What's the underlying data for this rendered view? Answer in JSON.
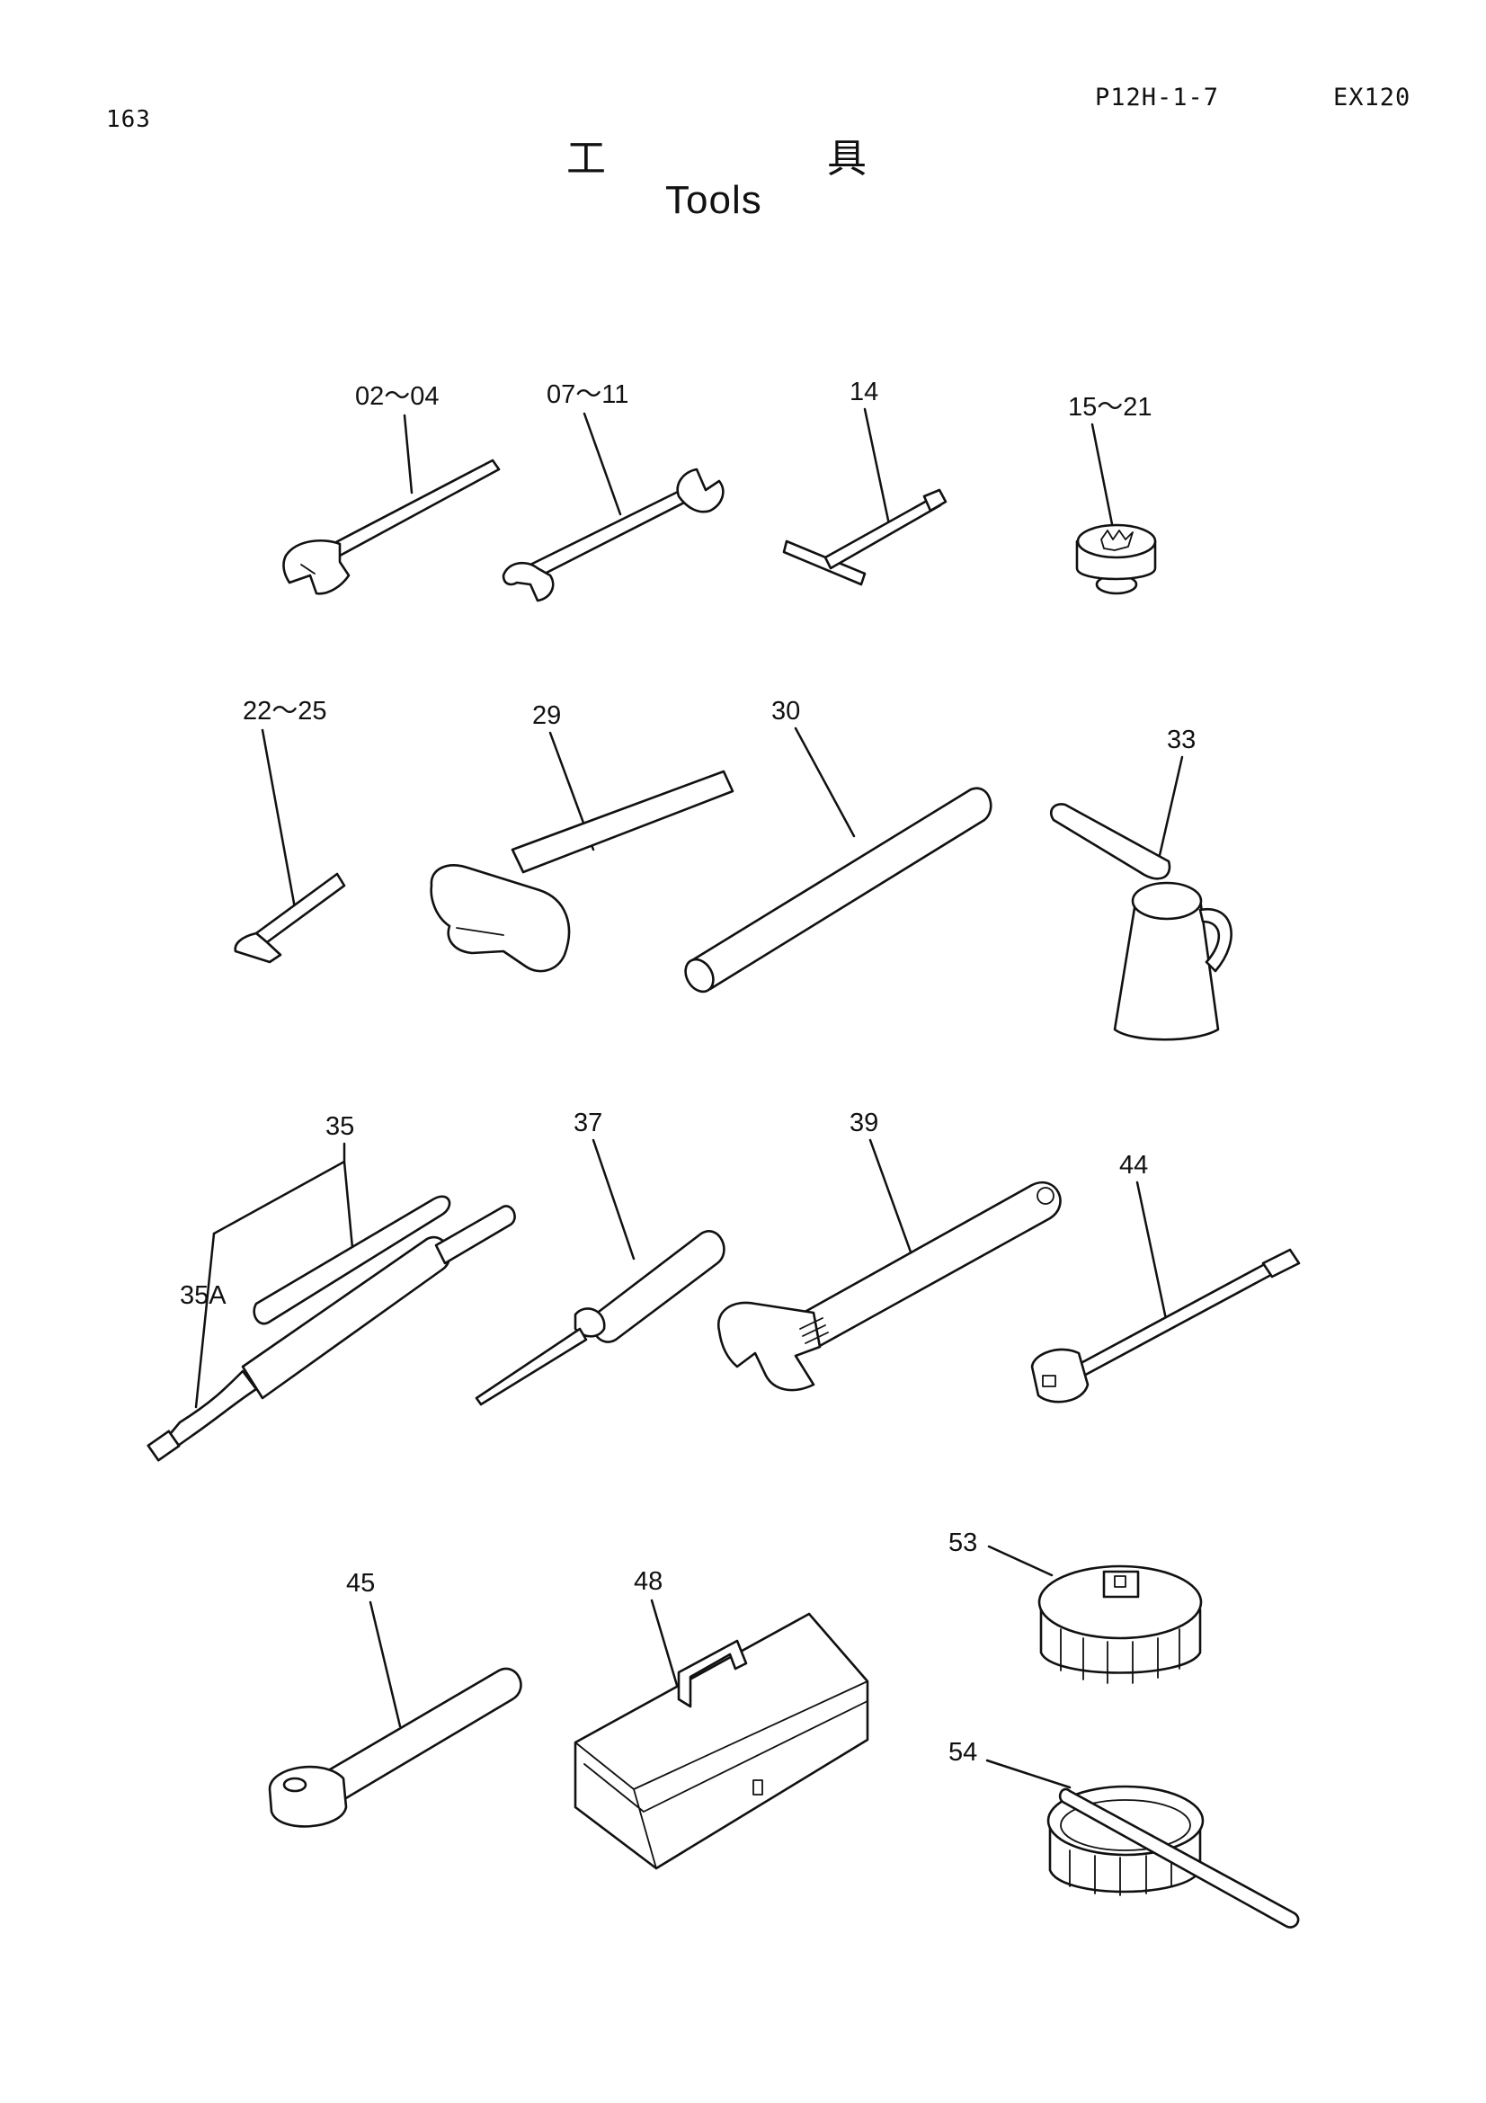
{
  "header": {
    "page_number": "163",
    "part_code": "P12H-1-7",
    "model": "EX120"
  },
  "title": {
    "jp_char_1": "工",
    "jp_char_2": "具",
    "en": "Tools"
  },
  "callouts": {
    "c_02_04": "02～04",
    "c_07_11": "07～11",
    "c_14": "14",
    "c_15_21": "15～21",
    "c_22_25": "22～25",
    "c_29": "29",
    "c_30": "30",
    "c_33": "33",
    "c_35": "35",
    "c_35a": "35A",
    "c_37": "37",
    "c_39": "39",
    "c_44": "44",
    "c_45": "45",
    "c_48": "48",
    "c_53": "53",
    "c_54": "54"
  }
}
